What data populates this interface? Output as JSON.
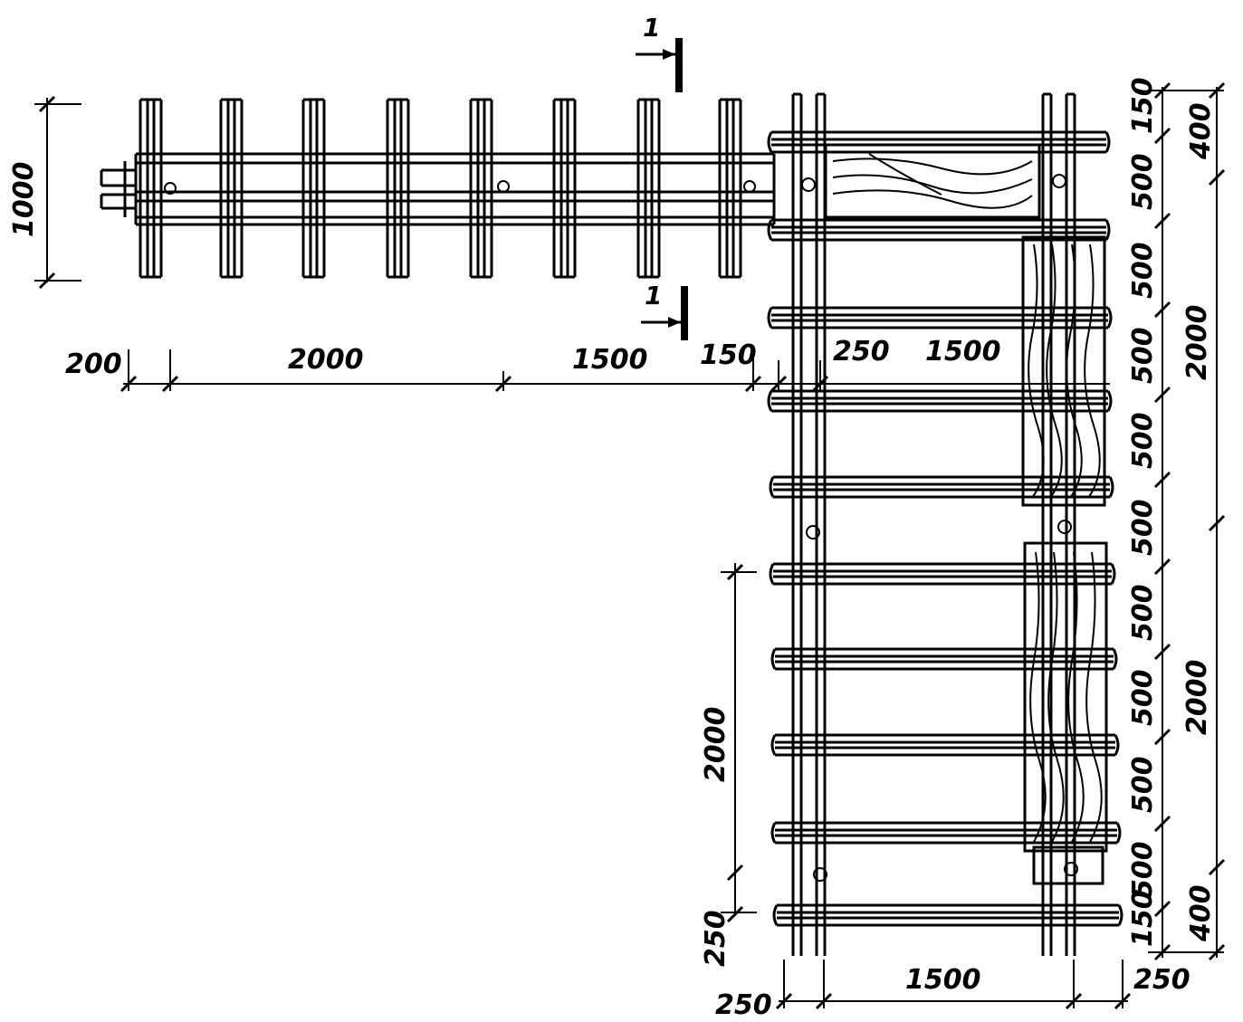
{
  "section_mark": {
    "top_label": "1",
    "bottom_label": "1"
  },
  "top_frame": {
    "dim_left_height": "1000",
    "dims_bottom": [
      "200",
      "2000",
      "1500",
      "150"
    ]
  },
  "right_frame": {
    "dims_top": [
      "250",
      "1500"
    ],
    "dims_right_inner": [
      "150",
      "500",
      "500",
      "500",
      "500",
      "500",
      "500",
      "500",
      "500",
      "500",
      "150"
    ],
    "dims_right_outer": [
      "400",
      "2000",
      "2000",
      "400"
    ],
    "dims_left": [
      "2000",
      "250"
    ],
    "dims_bottom": [
      "250",
      "1500",
      "250"
    ]
  },
  "colors": {
    "ink": "#000000",
    "paper": "#ffffff"
  }
}
